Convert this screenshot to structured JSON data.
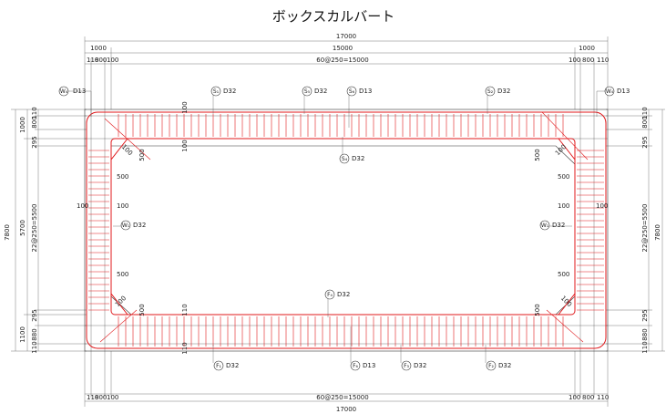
{
  "title": "ボックスカルバート",
  "dims": {
    "overall_width": "17000",
    "side_margin": "1000",
    "inner_span": "15000",
    "bar_spacing": "60@250=15000",
    "t110": "110",
    "t800": "800",
    "t100": "100",
    "overall_height": "7800",
    "top_slab": "1000",
    "inner_height": "5700",
    "bottom_slab": "1100",
    "t295": "295",
    "t880": "880",
    "vert_spacing": "22@250=5500",
    "haunch_500": "500",
    "h100": "100",
    "h110": "110"
  },
  "tags": {
    "w4": "W₄",
    "w4_size": "D13",
    "s1": "S₁",
    "s1_size": "D32",
    "s5": "S₅",
    "s5_size": "D32",
    "s6": "S₆",
    "s6_size": "D13",
    "s2": "S₂",
    "s2_size": "D32",
    "s4": "S₄",
    "s4_size": "D32",
    "w1": "W₁",
    "w1_size": "D32",
    "f4": "F₄",
    "f4_size": "D32",
    "f1": "F₁",
    "f1_size": "D32",
    "f6": "F₆",
    "f6_size": "D13",
    "f3": "F₃",
    "f3_size": "D32",
    "f2": "F₂",
    "f2_size": "D32"
  }
}
